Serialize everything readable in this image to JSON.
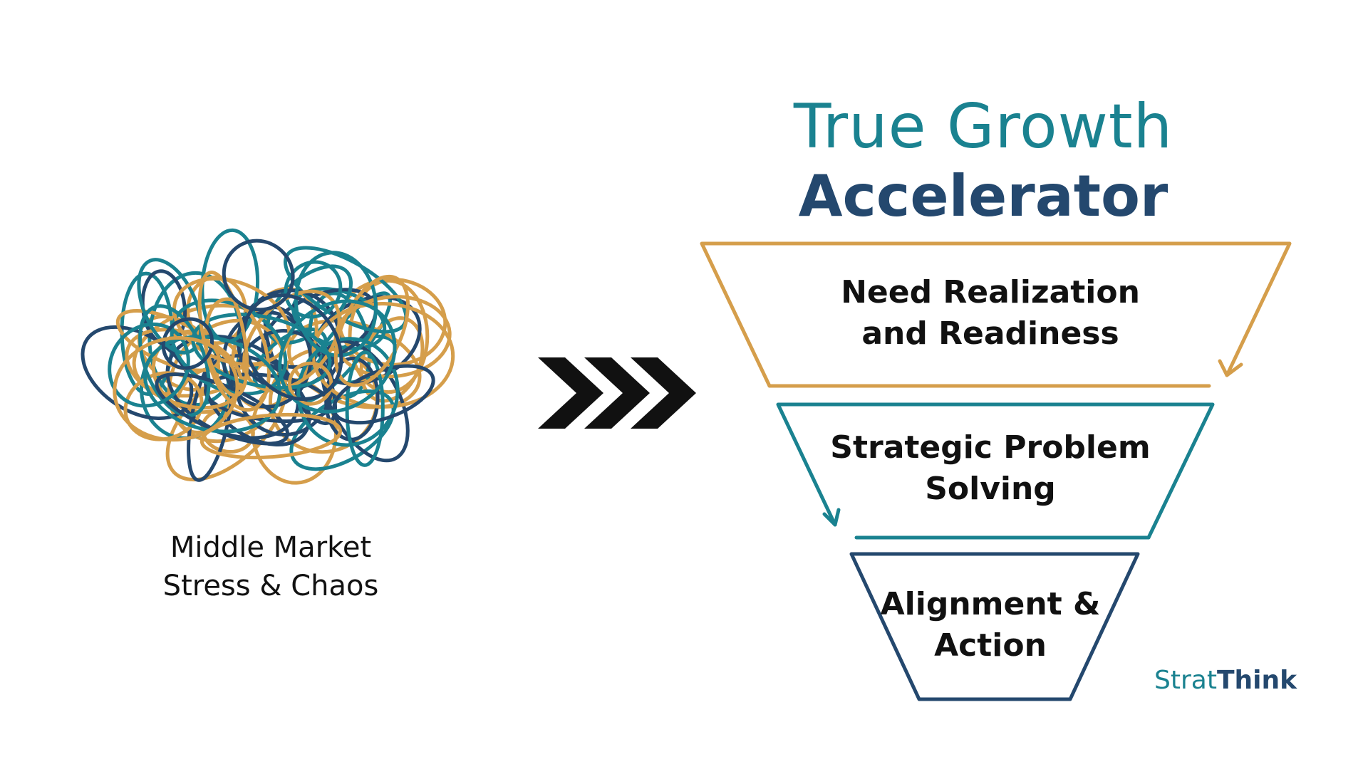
{
  "colors": {
    "gold": "#D59E4B",
    "teal": "#1A8290",
    "navy": "#24486E",
    "black": "#111111"
  },
  "chaos": {
    "caption": "Middle Market\nStress & Chaos"
  },
  "arrows": {
    "icon": "triple-chevron-right-icon"
  },
  "title": {
    "line1": "True Growth",
    "line2": "Accelerator"
  },
  "funnel": {
    "stages": [
      {
        "label": "Need Realization\nand Readiness",
        "color": "#D59E4B"
      },
      {
        "label": "Strategic Problem\nSolving",
        "color": "#1A8290"
      },
      {
        "label": "Alignment &\nAction",
        "color": "#24486E"
      }
    ]
  },
  "logo": {
    "part1": "Strat",
    "part2": "Think"
  }
}
